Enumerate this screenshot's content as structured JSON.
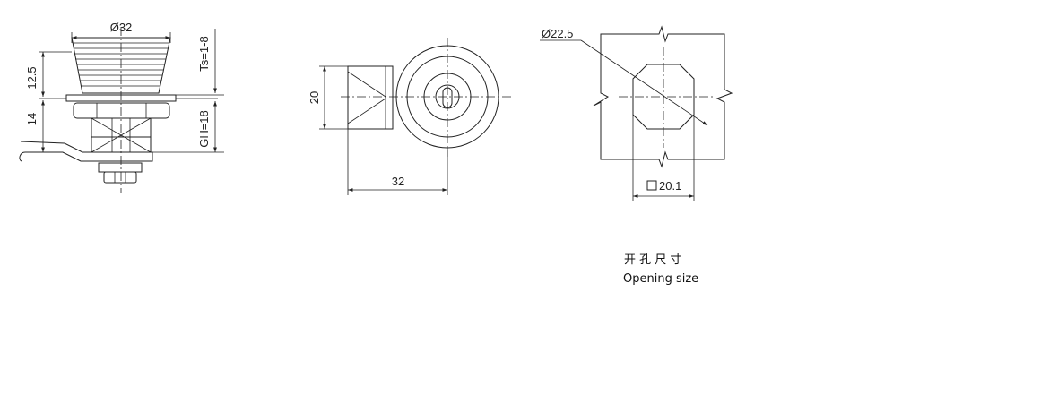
{
  "side_view": {
    "dia_label": "Ø32",
    "height_label": "12.5",
    "body_label": "14",
    "ts_label": "Ts=1-8",
    "gh_label": "GH=18"
  },
  "front_view": {
    "height_label": "20",
    "width_label": "32"
  },
  "opening_view": {
    "dia_label": "Ø22.5",
    "square_label": "20.1"
  },
  "caption": {
    "chinese": "开 孔 尺 寸",
    "english": "Opening size"
  }
}
